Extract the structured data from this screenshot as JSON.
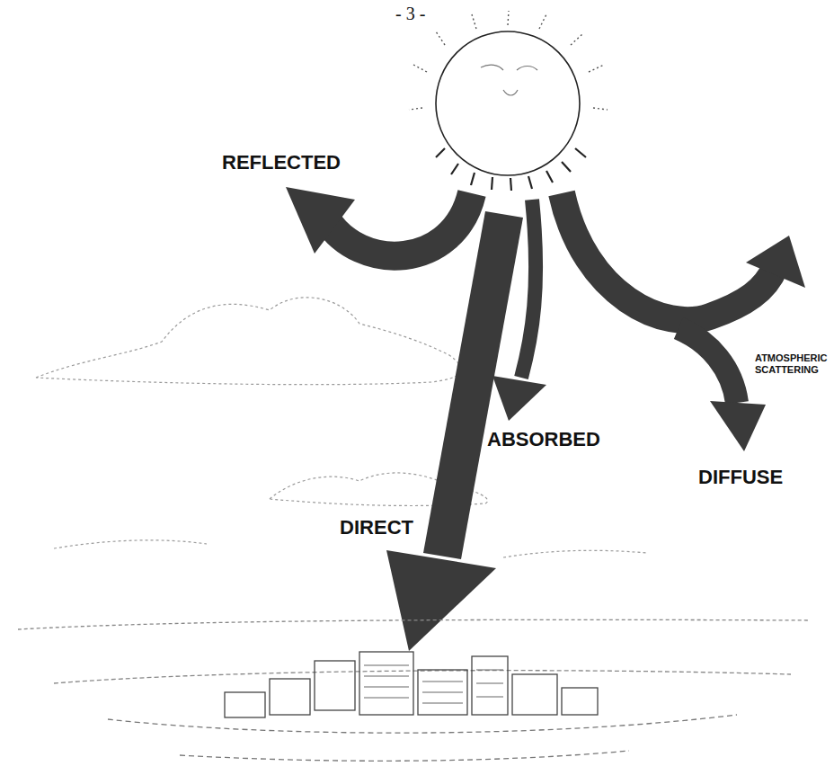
{
  "diagram": {
    "labels": [
      "- 3 -",
      "REFLECTED",
      "ATMOSPHERIC SCATTERING",
      "ABSORBED",
      "DIRECT",
      "DIFFUSE"
    ]
  }
}
